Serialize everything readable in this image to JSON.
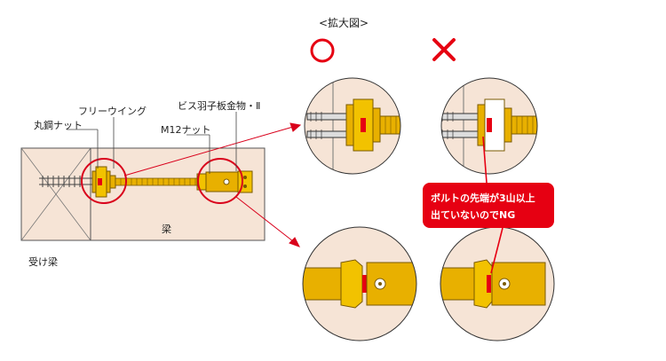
{
  "title": "<拡大図>",
  "ok_mark": "○",
  "ng_mark": "×",
  "labels": {
    "steel_nut": "丸鋼ナット",
    "free_wing": "フリーウイング",
    "screw_plate": "ビス羽子板金物・Ⅱ",
    "m12_nut": "M12ナット",
    "beam": "梁",
    "receiving_beam": "受け梁"
  },
  "callout": {
    "line1": "ボルトの先端が3山以上",
    "line2": "出ていないのでNG"
  },
  "colors": {
    "ok": "#e60012",
    "ng": "#e60012",
    "beam_fill": "#f6e4d6",
    "hardware": "#e8b000",
    "rod": "#cc8f00",
    "callout_bg": "#e60012",
    "highlight_circle": "#d9001b"
  }
}
